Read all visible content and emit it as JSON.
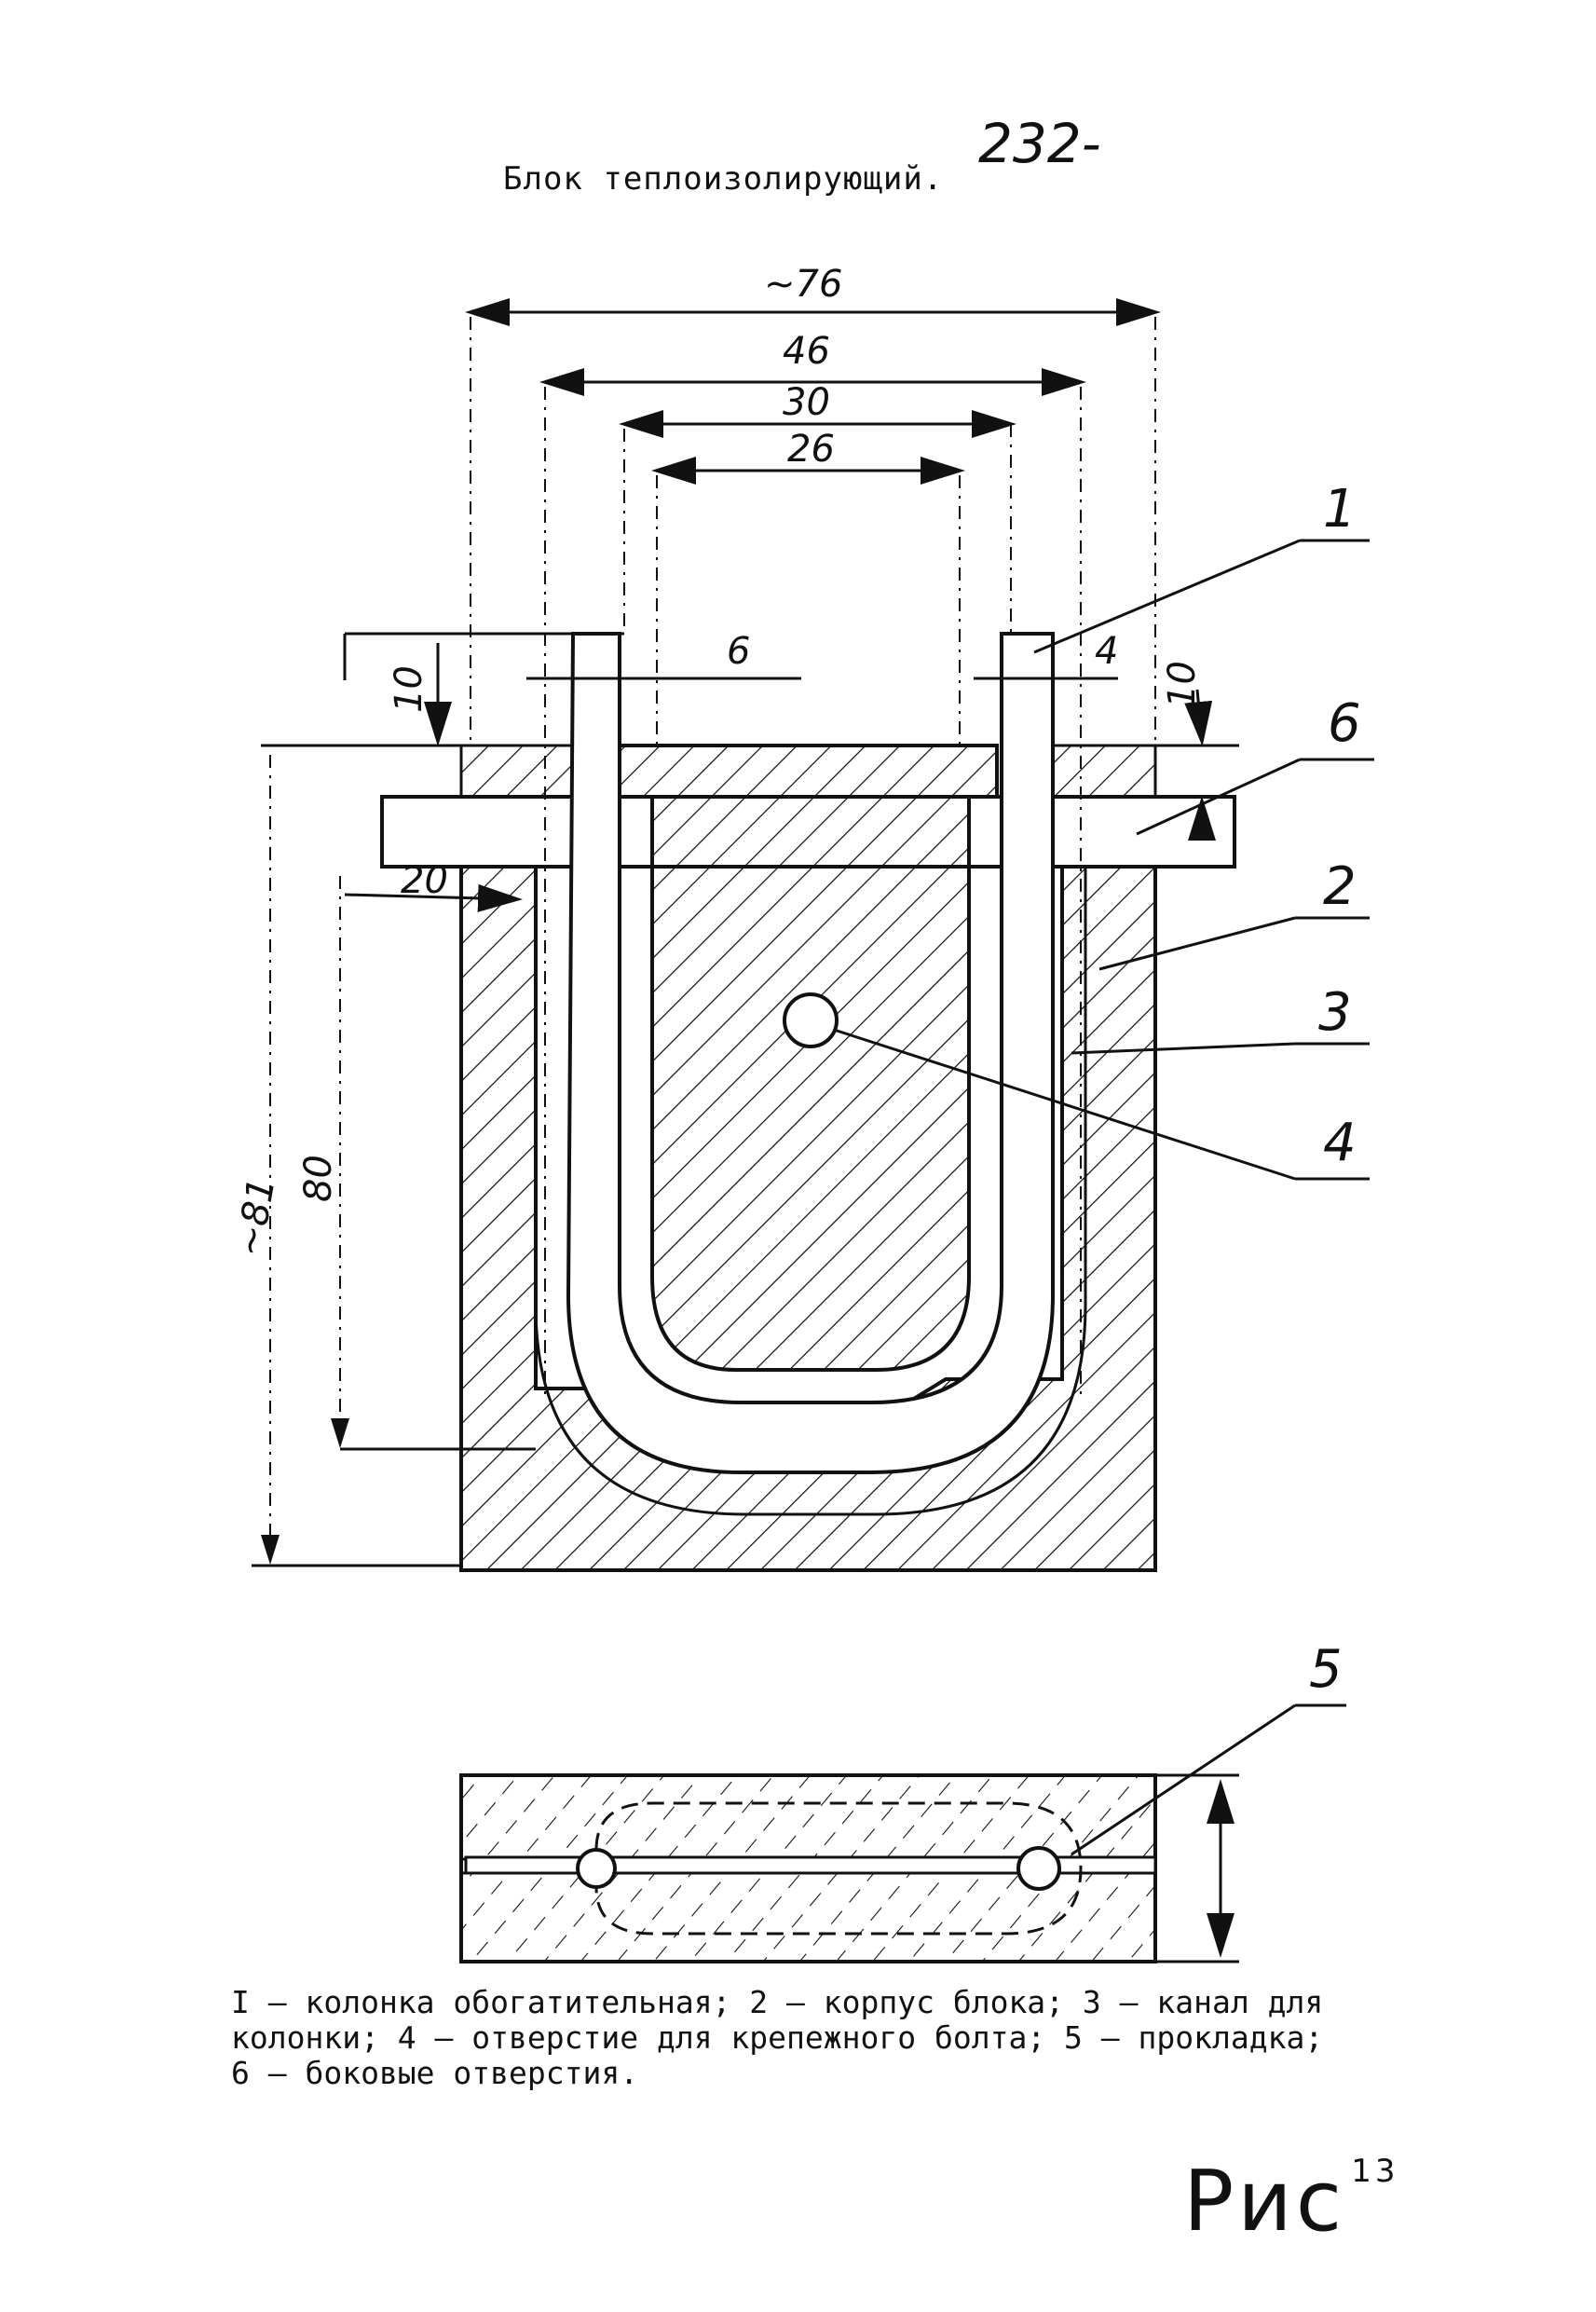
{
  "page": {
    "number": "232-",
    "title": "Блок теплоизолирующий."
  },
  "dimensions": {
    "overall_width": "~76",
    "width_46": "46",
    "width_30": "30",
    "width_26": "26",
    "wall_6": "6",
    "wall_4": "4",
    "top_10_left": "10",
    "top_10_right": "10",
    "flange_20": "20",
    "height_80": "80",
    "height_81": "~81"
  },
  "callouts": [
    "1",
    "6",
    "2",
    "3",
    "4",
    "5"
  ],
  "caption": {
    "lines": [
      "I – колонка обогатительная; 2 – корпус блока; 3 – канал для",
      "колонки; 4 – отверстие для крепежного болта; 5 – прокладка;",
      "6 – боковые отверстия."
    ]
  },
  "figure": {
    "label": "Рис",
    "number": "13"
  },
  "colors": {
    "ink": "#111111",
    "paper": "#ffffff"
  }
}
